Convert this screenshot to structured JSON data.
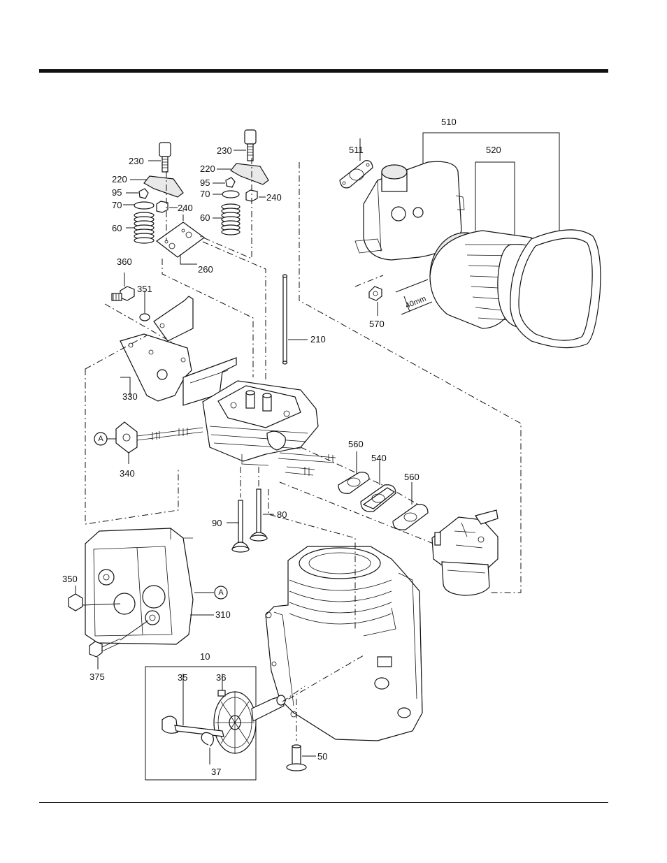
{
  "callouts": {
    "c510": "510",
    "c511": "511",
    "c520": "520",
    "c570": "570",
    "dim": "40mm",
    "c230a": "230",
    "c220a": "220",
    "c95a": "95",
    "c70a": "70",
    "c240a": "240",
    "c60a": "60",
    "c230b": "230",
    "c220b": "220",
    "c95b": "95",
    "c70b": "70",
    "c240b": "240",
    "c60b": "60",
    "c260": "260",
    "c360": "360",
    "c351": "351",
    "c330": "330",
    "c210": "210",
    "c340": "340",
    "cA1": "A",
    "c560a": "560",
    "c540": "540",
    "c560b": "560",
    "c90": "90",
    "c80": "80",
    "c350": "350",
    "cA2": "A",
    "c310": "310",
    "c375": "375",
    "c10": "10",
    "c35": "35",
    "c36": "36",
    "c37": "37",
    "c50": "50"
  }
}
